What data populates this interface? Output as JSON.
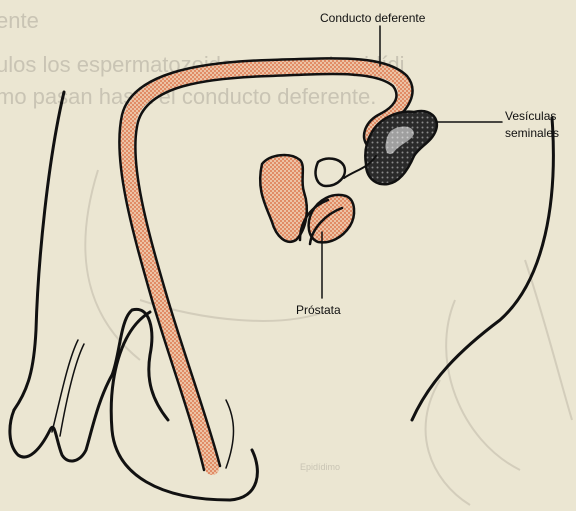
{
  "labels": {
    "vas_deferens": "Conducto deferente",
    "seminal_vesicles_1": "Vesículas",
    "seminal_vesicles_2": "seminales",
    "prostate": "Próstata"
  },
  "bleed_through": {
    "line1": "ente",
    "line2": "ulos los espermatozoides pasan al epidídi",
    "line3": "mo pasan hasta el conducto deferente.",
    "faint_label": "Epidídimo"
  },
  "colors": {
    "background": "#ebe6d2",
    "ink": "#111111",
    "stipple_fill": "#e9b89a",
    "stipple_dot": "#d9643a",
    "ghost_text": "#c9c4b4"
  }
}
